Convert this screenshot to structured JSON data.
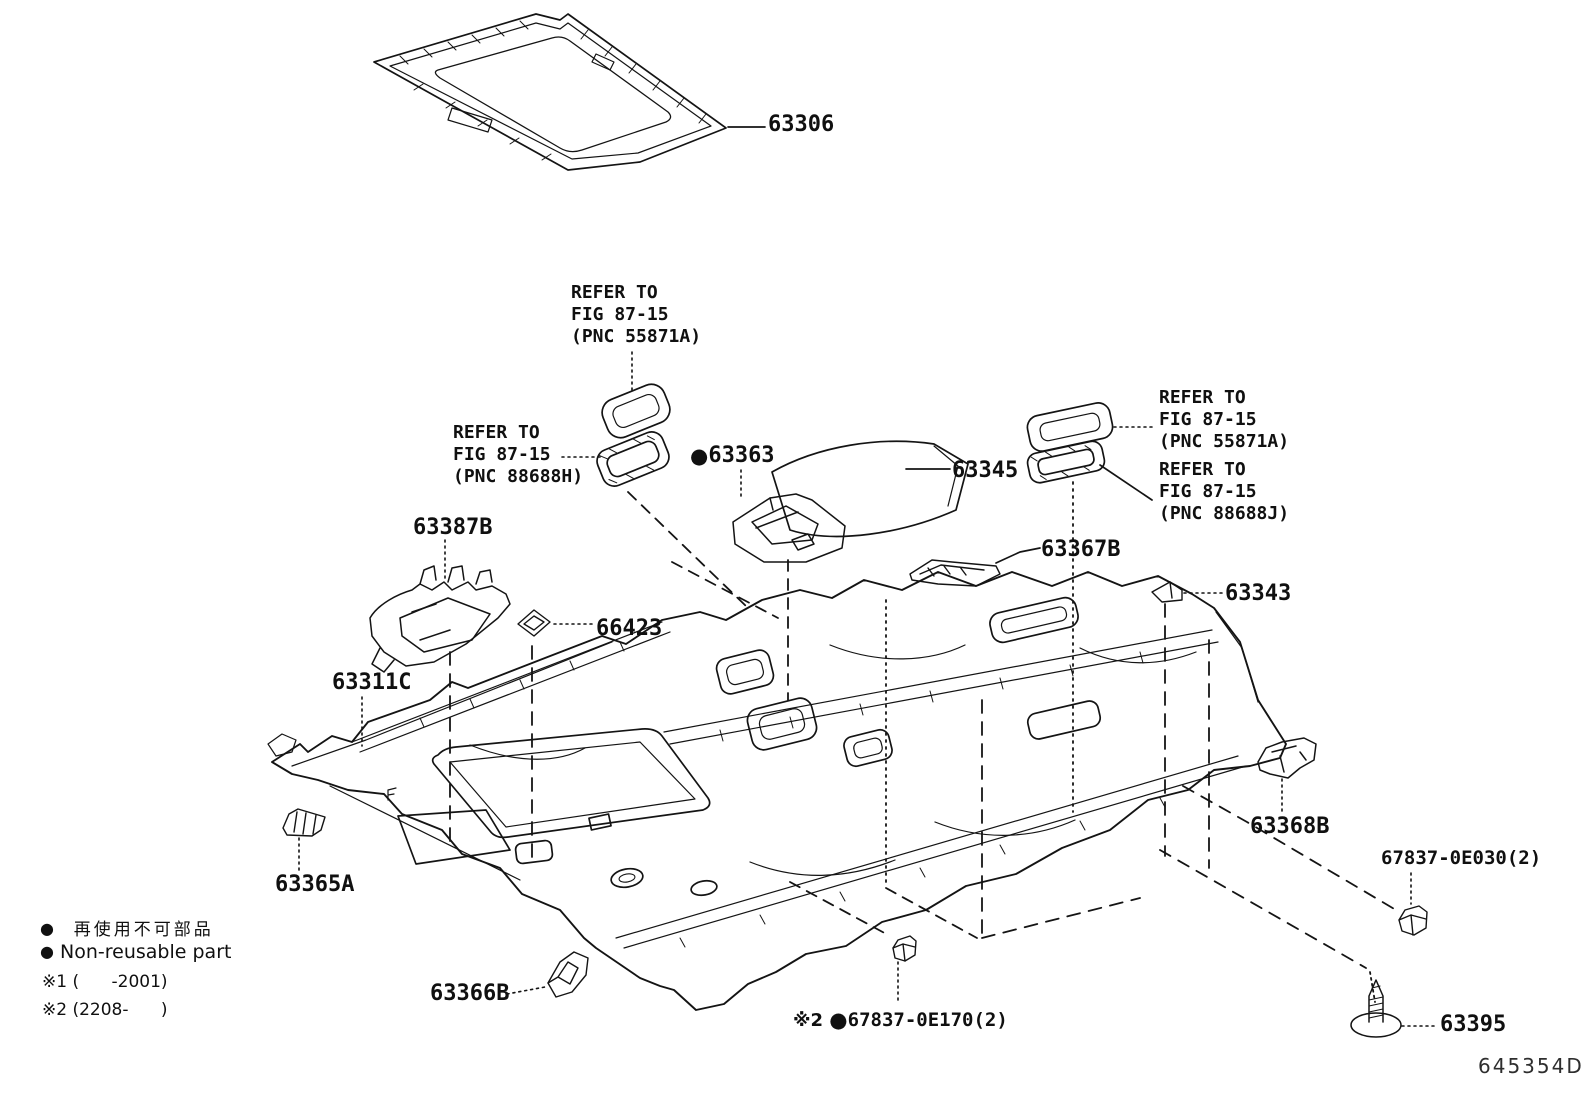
{
  "doc": {
    "code": "645354D"
  },
  "labels": {
    "p63306": "63306",
    "p63345": "63345",
    "p63363": {
      "marker": "●",
      "number": "63363"
    },
    "p63367b": "63367B",
    "p63343": "63343",
    "p63387b": "63387B",
    "p66423": "66423",
    "p63311c": "63311C",
    "p63365a": "63365A",
    "p63366b": "63366B",
    "p63368b": "63368B",
    "p67837_0e170": {
      "prefix": "※2 ",
      "marker": "●",
      "number": "67837-0E170(2)"
    },
    "p67837_0e030": "67837-0E030(2)",
    "p63395": "63395"
  },
  "refer_notes": {
    "top": {
      "line1": "REFER TO",
      "line2": "FIG 87-15",
      "line3": "(PNC 55871A)"
    },
    "left": {
      "line1": "REFER TO",
      "line2": "FIG 87-15",
      "line3": "(PNC 88688H)"
    },
    "right_upper": {
      "line1": "REFER TO",
      "line2": "FIG 87-15",
      "line3": "(PNC 55871A)"
    },
    "right_lower": {
      "line1": "REFER TO",
      "line2": "FIG 87-15",
      "line3": "(PNC 88688J)"
    }
  },
  "legend": {
    "marker": "●",
    "jp": "再使用不可部品",
    "en": "Non-reusable part",
    "note1": "※1 (      -2001)",
    "note2": "※2 (2208-      )"
  },
  "colors": {
    "line": "#141414",
    "background": "#ffffff"
  }
}
